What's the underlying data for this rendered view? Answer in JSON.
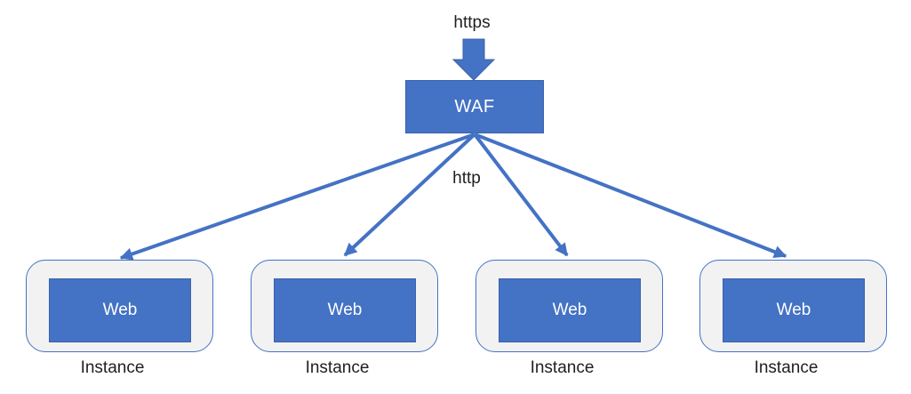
{
  "colors": {
    "accent": "#4472C4",
    "accent-dark": "#3A62AC",
    "instance-fill": "#F2F2F2",
    "instance-border": "#4472C4",
    "text-dark": "#1F1F1F",
    "text-light": "#FFFFFF",
    "background": "#FFFFFF"
  },
  "labels": {
    "https": "https",
    "http": "http",
    "waf": "WAF"
  },
  "instances": [
    {
      "web": "Web",
      "label": "Instance"
    },
    {
      "web": "Web",
      "label": "Instance"
    },
    {
      "web": "Web",
      "label": "Instance"
    },
    {
      "web": "Web",
      "label": "Instance"
    }
  ]
}
